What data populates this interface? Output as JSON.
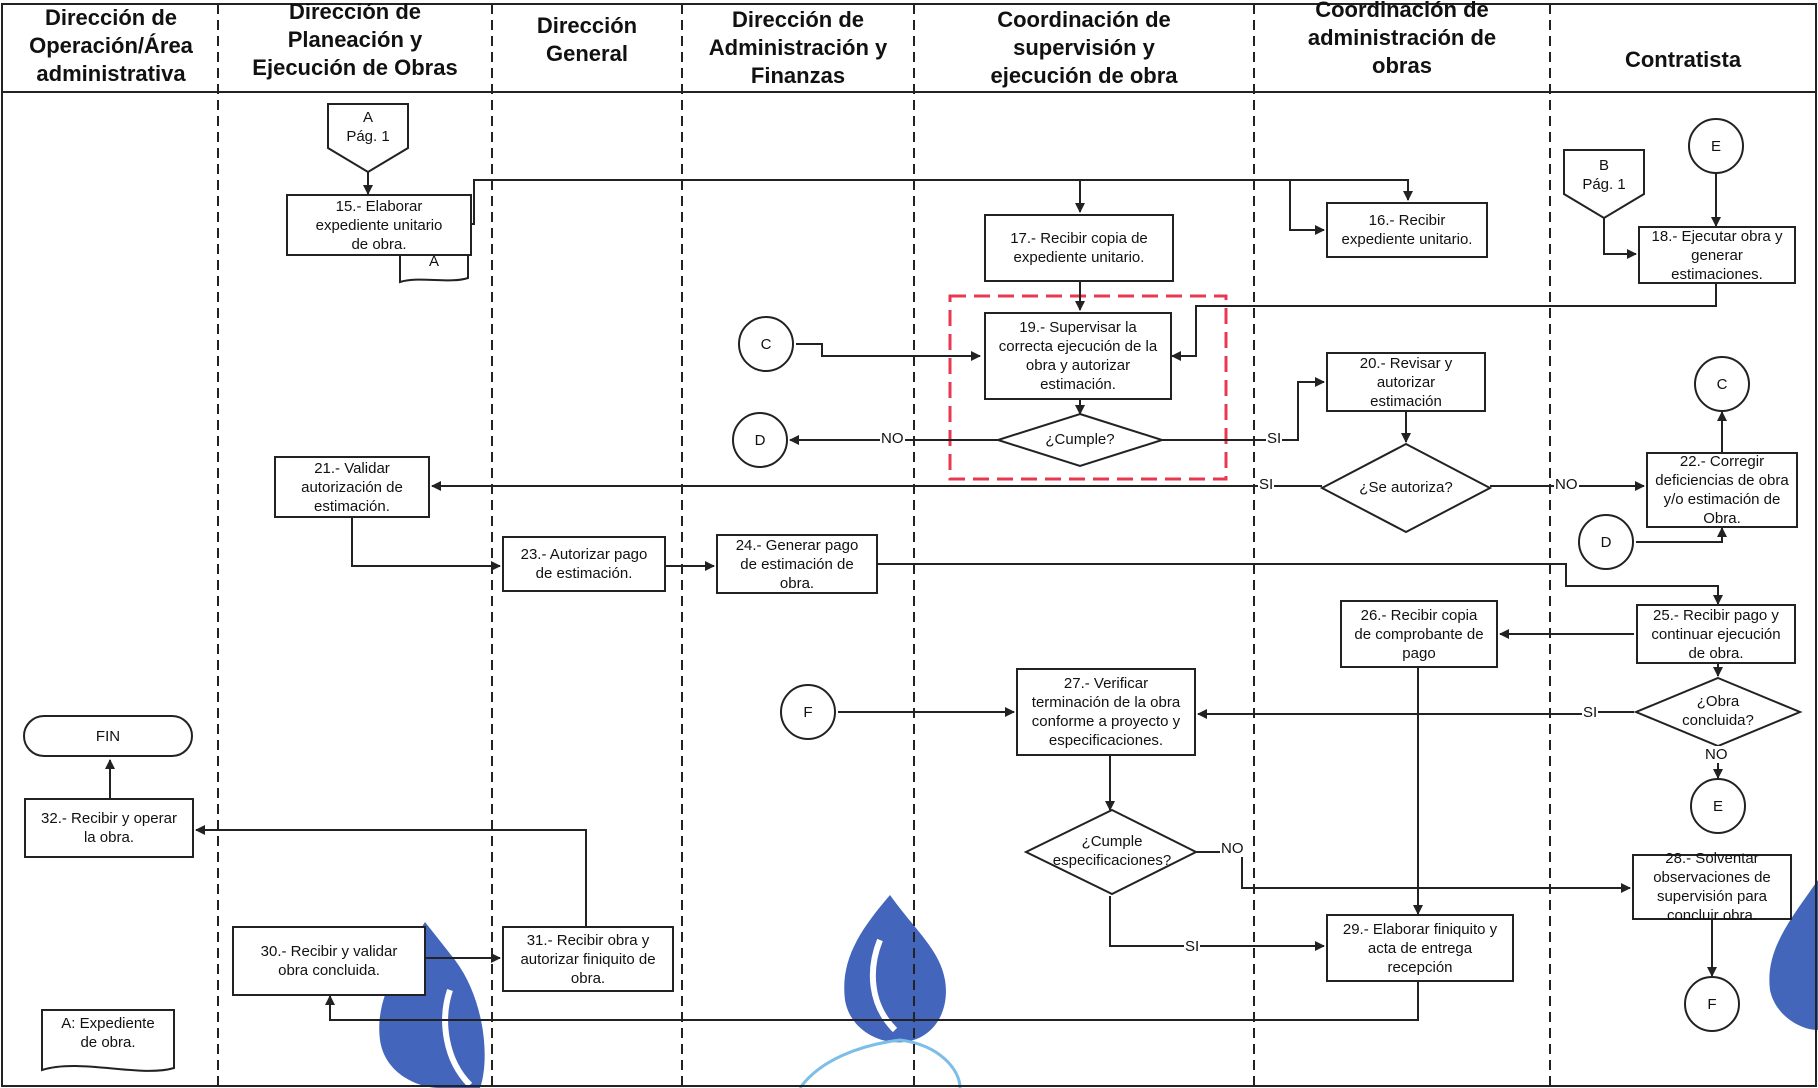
{
  "lanes": [
    "Dirección de\nOperación/Área\nadministrativa",
    "Dirección de\nPlaneación y\nEjecución de Obras",
    "Dirección\nGeneral",
    "Dirección de\nAdministración y\nFinanzas",
    "Coordinación de\nsupervisión y\nejecución de obra",
    "Coordinación de\nadministración de\nobras",
    "Contratista"
  ],
  "steps": {
    "s15": "15.- Elaborar\nexpediente unitario\nde obra.",
    "s16": "16.- Recibir\nexpediente unitario.",
    "s17": "17.- Recibir copia de\nexpediente unitario.",
    "s18": "18.- Ejecutar obra y\ngenerar\nestimaciones.",
    "s19": "19.- Supervisar la\ncorrecta ejecución de la\nobra y autorizar\nestimación.",
    "s20": "20.- Revisar y\nautorizar\nestimación",
    "s21": "21.- Validar\nautorización de\nestimación.",
    "s22": "22.- Corregir\ndeficiencias de obra\ny/o estimación de\nObra.",
    "s23": "23.- Autorizar pago\nde estimación.",
    "s24": "24.- Generar pago\nde estimación de\nobra.",
    "s25": "25.- Recibir pago y\ncontinuar ejecución\nde obra.",
    "s26": "26.- Recibir copia\nde comprobante de\npago",
    "s27": "27.- Verificar\nterminación de la obra\nconforme a proyecto y\nespecificaciones.",
    "s28": "28.- Solventar\nobservaciones de\nsupervisión para\nconcluir obra.",
    "s29": "29.- Elaborar finiquito y\nacta de entrega\nrecepción",
    "s30": "30.- Recibir y validar\nobra concluida.",
    "s31": "31.- Recibir obra y\nautorizar finiquito de\nobra.",
    "s32": "32.- Recibir y operar\nla obra."
  },
  "decisions": {
    "cumple": "¿Cumple?",
    "se_autoriza": "¿Se autoriza?",
    "obra_concluida": "¿Obra\nconcluida?",
    "cumple_especificaciones": "¿Cumple\nespecificaciones?"
  },
  "connectors": {
    "page_a": "A\nPág. 1",
    "page_b": "B\nPág. 1",
    "c": "C",
    "d": "D",
    "e": "E",
    "f": "F"
  },
  "documents": {
    "doc_a": "A",
    "legend": "A: Expediente\nde obra."
  },
  "terminal": {
    "fin": "FIN"
  },
  "flow_labels": {
    "si": "SI",
    "no": "NO"
  },
  "colors": {
    "line": "#222222",
    "highlight": "#e8384f",
    "watermark": "#2f55b4",
    "watermark_light": "#6fb7e6"
  }
}
